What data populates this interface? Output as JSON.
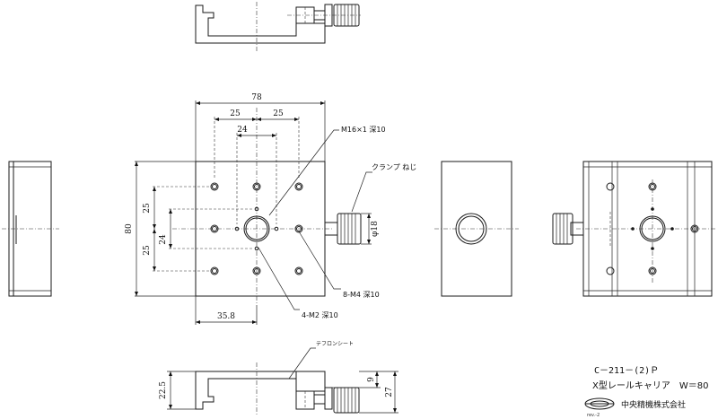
{
  "drawing": {
    "dimensions": {
      "width_total": "78",
      "hole_spacing_left": "25",
      "hole_spacing_right": "25",
      "inner_spacing": "24",
      "height_total": "80",
      "v_spacing_upper": "25",
      "v_spacing_middle": "24",
      "v_spacing_lower": "25",
      "offset_bottom": "35.8",
      "knob_diameter": "φ18",
      "side_height_inner": "22.5",
      "side_height_total": "27",
      "side_offset": "9"
    },
    "callouts": {
      "center_thread": "M16×1 深10",
      "clamp_screw": "クランプ ねじ",
      "m4_holes": "8-M4 深10",
      "m2_holes": "4-M2 深10",
      "teflon_sheet": "テフロンシート"
    }
  },
  "title_block": {
    "part_number": "C－211－(2)Ｐ",
    "description": "X型レールキャリア　W＝80",
    "company": "中央精機株式会社",
    "revision": "rev.-2"
  }
}
